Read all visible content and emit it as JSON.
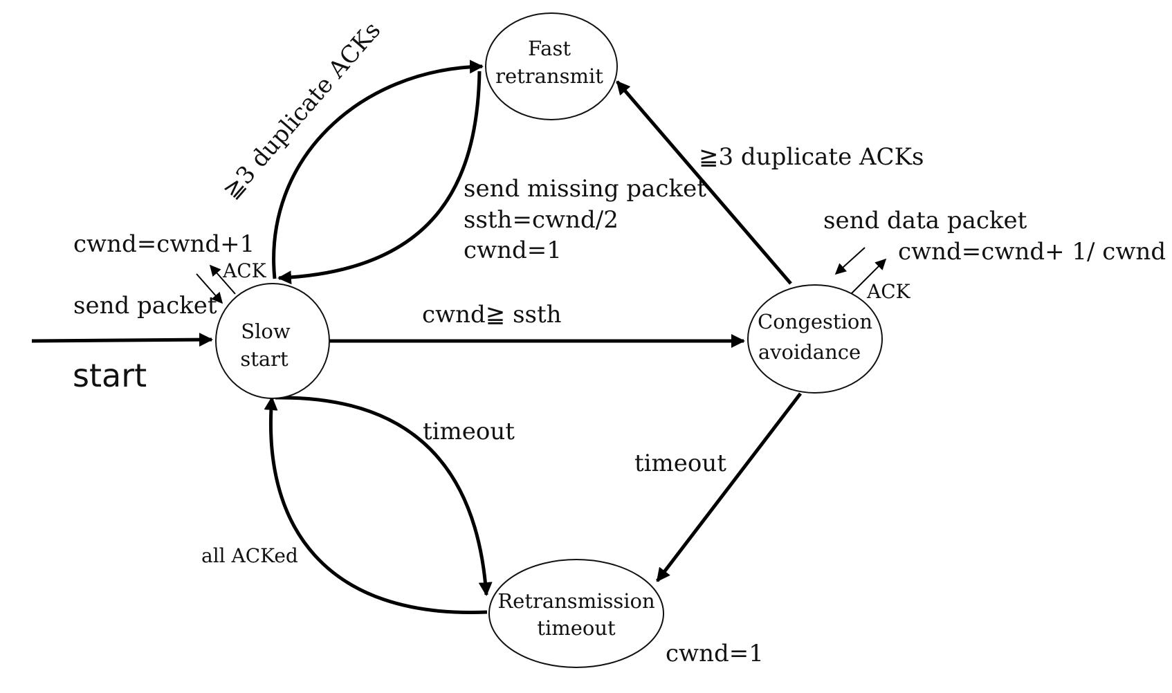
{
  "states": {
    "slow_start": [
      "Slow",
      "start"
    ],
    "fast_retransmit": [
      "Fast",
      "retransmit"
    ],
    "congestion_avoidance": [
      "Congestion",
      "avoidance"
    ],
    "retransmission_timeout": [
      "Retransmission",
      "timeout"
    ]
  },
  "labels": {
    "start": "start",
    "slow_start_update": "cwnd=cwnd+1",
    "slow_start_ack": "ACK",
    "slow_start_send": "send packet",
    "ss_to_fr": "≧3 duplicate ACKs",
    "fr_to_ss": [
      "send missing packet",
      "ssth=cwnd/2",
      "cwnd=1"
    ],
    "ss_to_ca": "cwnd≧ ssth",
    "ca_to_fr": "≧3 duplicate ACKs",
    "ca_send": "send data packet",
    "ca_update": "cwnd=cwnd+ 1/ cwnd",
    "ca_ack": "ACK",
    "ss_to_rto": "timeout",
    "ca_to_rto": "timeout",
    "rto_to_ss": "all ACKed",
    "rto_update": "cwnd=1"
  }
}
